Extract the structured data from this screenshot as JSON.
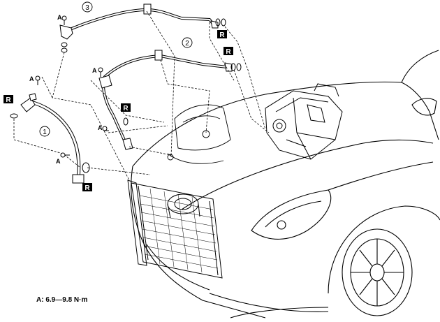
{
  "callouts": {
    "one": "1",
    "two": "2",
    "three": "3"
  },
  "bolt_mark": "A",
  "replace_mark": "R",
  "torque_note": "A: 6.9—9.8 N·m",
  "colors": {
    "line": "#000000",
    "background": "#ffffff",
    "badge": "#000000",
    "badge_text": "#ffffff"
  }
}
